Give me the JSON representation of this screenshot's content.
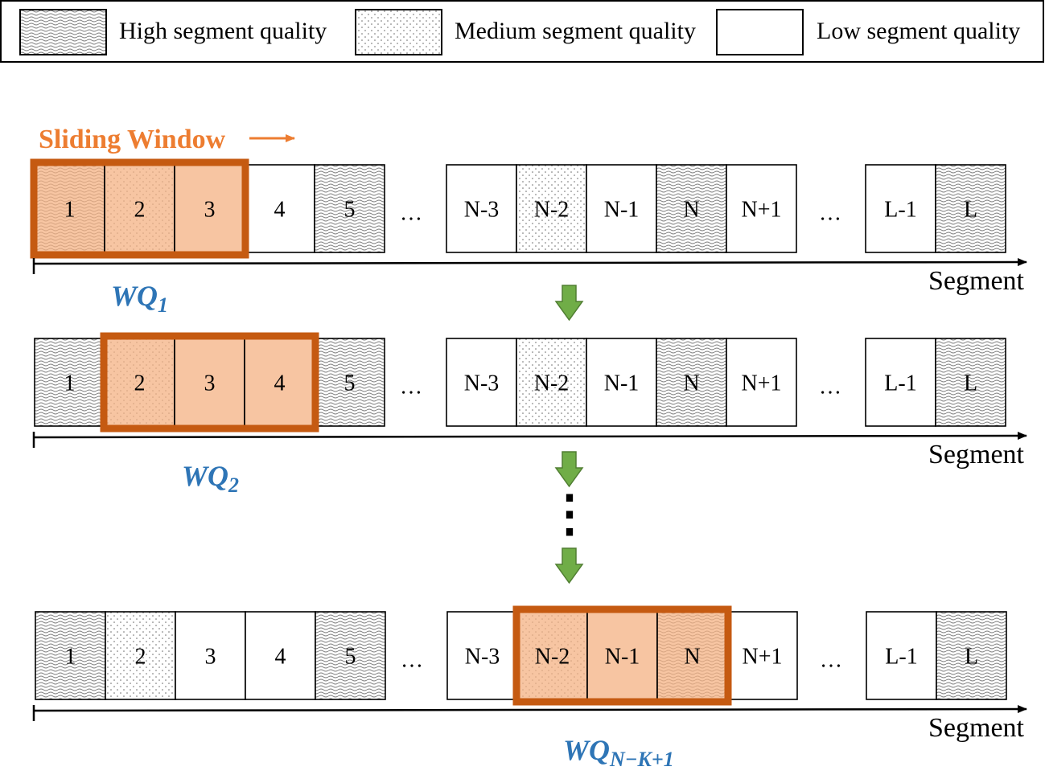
{
  "colors": {
    "window_stroke": "#c55a11",
    "window_fill": "#f4b183",
    "sliding_label": "#ed7d31",
    "wq_label": "#2e75b6",
    "down_arrow": "#70ad47",
    "down_arrow_stroke": "#507e32"
  },
  "legend": {
    "items": [
      {
        "label": "High segment quality",
        "pattern": "high"
      },
      {
        "label": "Medium segment quality",
        "pattern": "medium"
      },
      {
        "label": "Low segment quality",
        "pattern": "low"
      }
    ]
  },
  "sliding_window": {
    "label": "Sliding Window"
  },
  "axis_label": "Segment",
  "ellipsis": "…",
  "vertical_dots": "⋮",
  "rows": [
    {
      "wq": {
        "base": "WQ",
        "sub": "1"
      },
      "window_start": 0,
      "segments": [
        {
          "label": "1",
          "quality": "high"
        },
        {
          "label": "2",
          "quality": "medium"
        },
        {
          "label": "3",
          "quality": "low"
        },
        {
          "label": "4",
          "quality": "low"
        },
        {
          "label": "5",
          "quality": "high"
        },
        {
          "label": "N-3",
          "quality": "low"
        },
        {
          "label": "N-2",
          "quality": "medium"
        },
        {
          "label": "N-1",
          "quality": "low"
        },
        {
          "label": "N",
          "quality": "high"
        },
        {
          "label": "N+1",
          "quality": "low"
        },
        {
          "label": "L-1",
          "quality": "low"
        },
        {
          "label": "L",
          "quality": "high"
        }
      ]
    },
    {
      "wq": {
        "base": "WQ",
        "sub": "2"
      },
      "window_start": 1,
      "segments": [
        {
          "label": "1",
          "quality": "high"
        },
        {
          "label": "2",
          "quality": "medium"
        },
        {
          "label": "3",
          "quality": "low"
        },
        {
          "label": "4",
          "quality": "low"
        },
        {
          "label": "5",
          "quality": "high"
        },
        {
          "label": "N-3",
          "quality": "low"
        },
        {
          "label": "N-2",
          "quality": "medium"
        },
        {
          "label": "N-1",
          "quality": "low"
        },
        {
          "label": "N",
          "quality": "high"
        },
        {
          "label": "N+1",
          "quality": "low"
        },
        {
          "label": "L-1",
          "quality": "low"
        },
        {
          "label": "L",
          "quality": "high"
        }
      ]
    },
    {
      "wq": {
        "base": "WQ",
        "sub": "N−K+1"
      },
      "window_start": 6,
      "segments": [
        {
          "label": "1",
          "quality": "high"
        },
        {
          "label": "2",
          "quality": "medium"
        },
        {
          "label": "3",
          "quality": "low"
        },
        {
          "label": "4",
          "quality": "low"
        },
        {
          "label": "5",
          "quality": "high"
        },
        {
          "label": "N-3",
          "quality": "low"
        },
        {
          "label": "N-2",
          "quality": "medium"
        },
        {
          "label": "N-1",
          "quality": "low"
        },
        {
          "label": "N",
          "quality": "high"
        },
        {
          "label": "N+1",
          "quality": "low"
        },
        {
          "label": "L-1",
          "quality": "low"
        },
        {
          "label": "L",
          "quality": "high"
        }
      ]
    }
  ]
}
